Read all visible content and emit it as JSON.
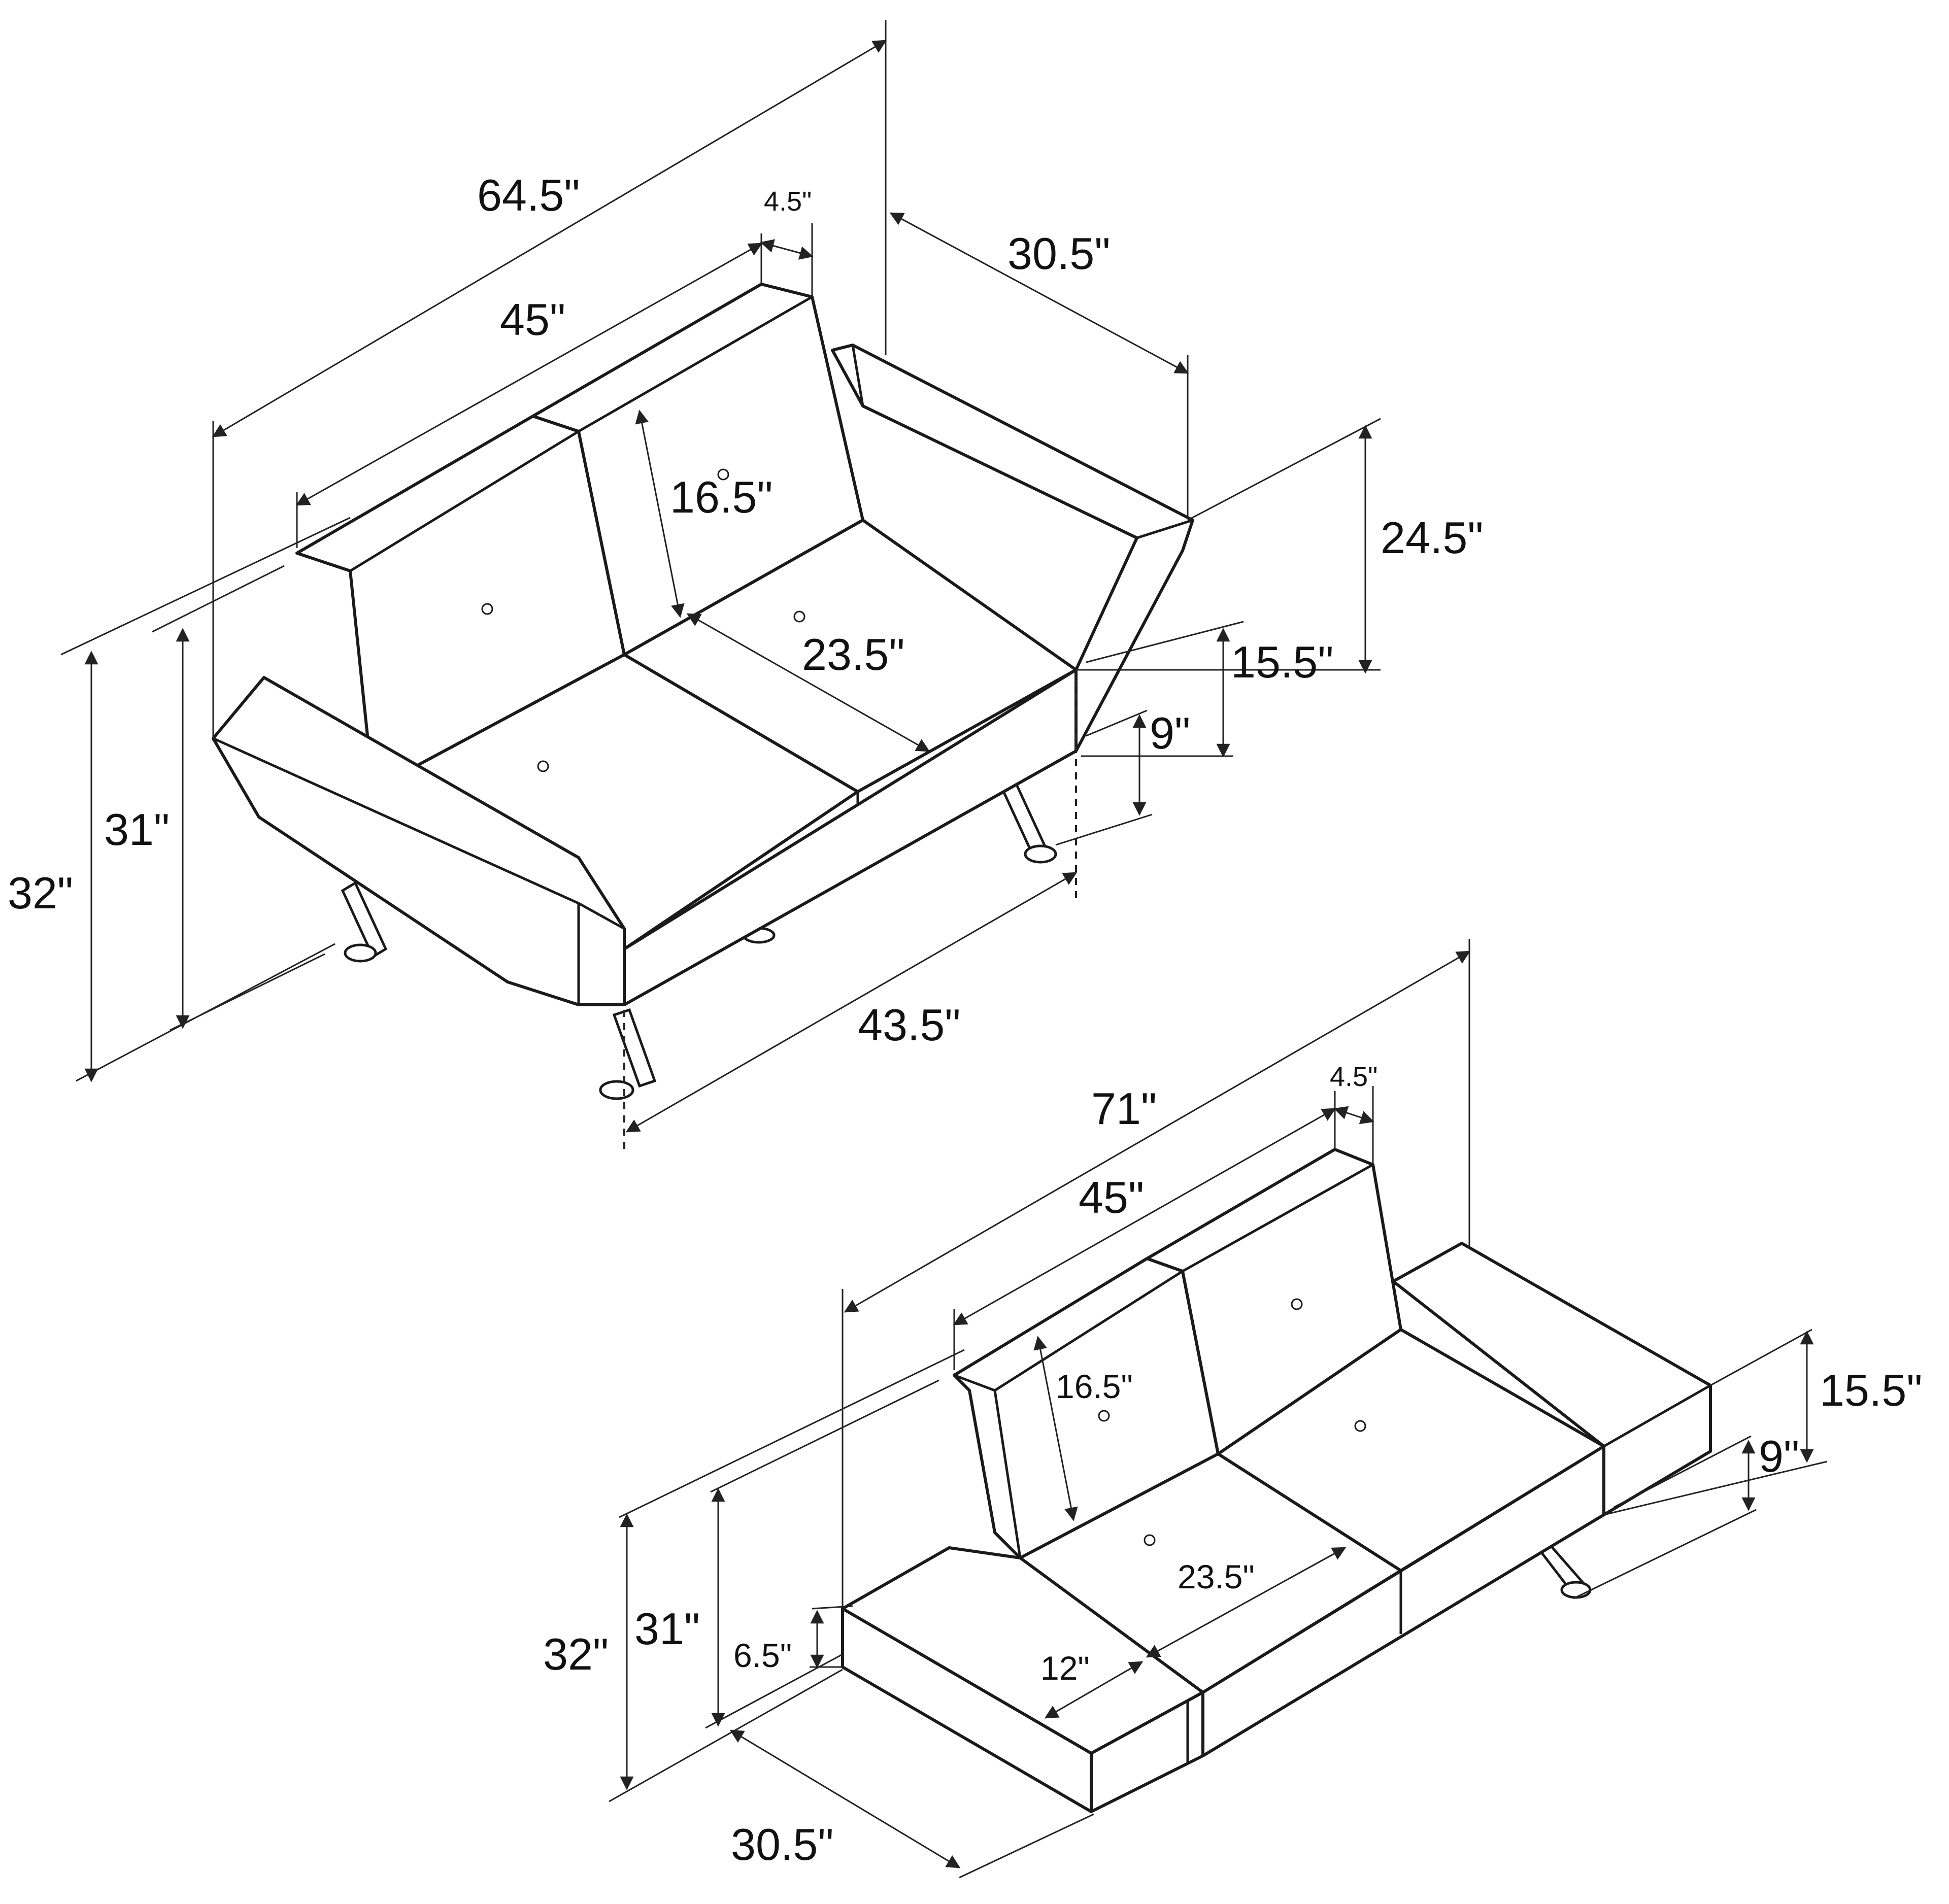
{
  "loveseat": {
    "overall_width": "64.5\"",
    "back_width": "45\"",
    "arm_thickness": "4.5\"",
    "depth": "30.5\"",
    "back_height": "16.5\"",
    "seat_depth": "23.5\"",
    "total_height": "24.5\"",
    "seat_height": "15.5\"",
    "leg_height": "9\"",
    "arm_height_outer": "32\"",
    "arm_height_inner": "31\"",
    "seat_width": "43.5\""
  },
  "sofa_bed": {
    "overall_width": "71\"",
    "back_width": "45\"",
    "arm_thickness": "4.5\"",
    "back_height": "16.5\"",
    "seat_depth": "23.5\"",
    "seat_height": "15.5\"",
    "leg_height": "9\"",
    "height_outer": "32\"",
    "height_inner": "31\"",
    "arm_pad_height": "6.5\"",
    "arm_pad_width": "12\"",
    "depth": "30.5\""
  }
}
